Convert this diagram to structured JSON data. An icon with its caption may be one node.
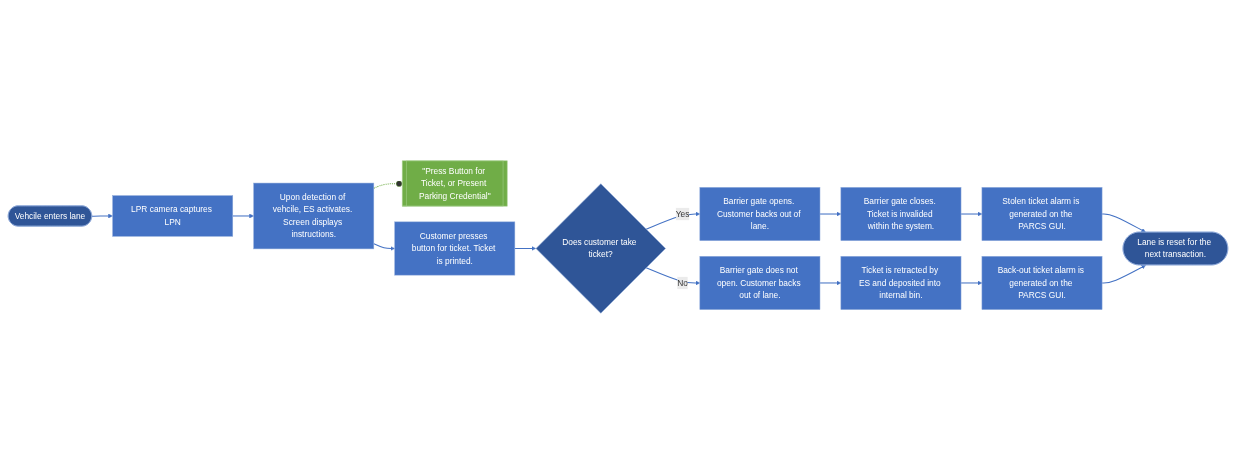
{
  "diagram": {
    "nodes": [
      {
        "text": [
          "Vehcile enters lane"
        ]
      },
      {
        "text": [
          "LPR camera captures LPN"
        ]
      },
      {
        "text": [
          "\"Press Button for Ticket, or Present Parking Credential\""
        ]
      },
      {
        "text": [
          "Upon detection of vehcile, ES activates. Screen displays instructions."
        ]
      },
      {
        "text": [
          "Customer presses button for ticket. Ticket is printed."
        ]
      },
      {
        "text": [
          "Does customer take ticket?"
        ]
      },
      {
        "text": [
          "Barrier gate closes. Ticket is invalided within the system."
        ]
      },
      {
        "text": [
          "Barrier gate opens. Customer backs out of lane."
        ]
      },
      {
        "text": [
          "Stolen ticket alarm is generated on the PARCS GUI."
        ]
      },
      {
        "text": [
          "Lane is reset for the next transaction."
        ]
      },
      {
        "text": [
          "Back-out ticket alarm is generated on the PARCS GUI."
        ]
      },
      {
        "text": [
          "Barrier gate does not open. Customer backs out of lane."
        ]
      },
      {
        "text": [
          "Ticket is retracted by ES and deposited into internal bin."
        ]
      }
    ],
    "edges": [
      {
        "from": 0,
        "to": 1,
        "arrow": "to"
      },
      {
        "from": 1,
        "to": 3,
        "arrow": "to"
      },
      {
        "from": 3,
        "to": 2,
        "arrow": "other",
        "style": "dashed",
        "color": "#70ad47"
      },
      {
        "from": 3,
        "to": 4,
        "arrow": "to"
      },
      {
        "from": 4,
        "to": 5,
        "arrow": "to"
      },
      {
        "from": 5,
        "to": 7,
        "arrow": "to",
        "label": "Yes"
      },
      {
        "from": 7,
        "to": 6,
        "arrow": "to"
      },
      {
        "from": 6,
        "to": 8,
        "arrow": "to"
      },
      {
        "from": 8,
        "to": 9,
        "arrow": "to"
      },
      {
        "from": 5,
        "to": 11,
        "arrow": "to",
        "label": "No"
      },
      {
        "from": 11,
        "to": 12,
        "arrow": "to"
      },
      {
        "from": 12,
        "to": 10,
        "arrow": "to"
      },
      {
        "from": 10,
        "to": 9,
        "arrow": "to"
      }
    ]
  }
}
